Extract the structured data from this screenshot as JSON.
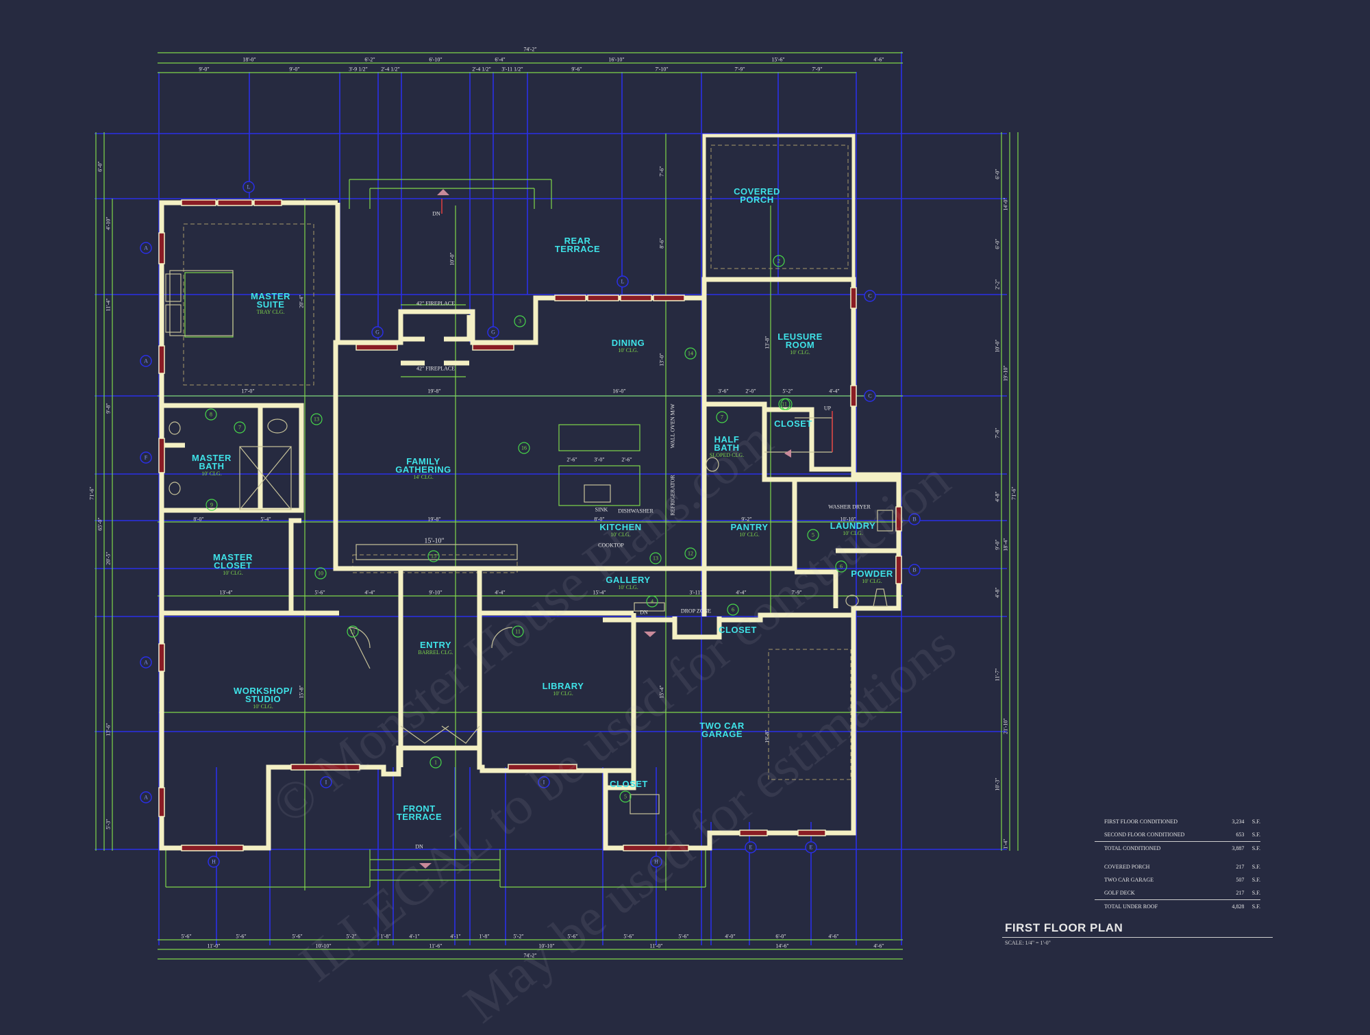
{
  "rooms": {
    "covered_porch": "COVERED PORCH",
    "rear_terrace": "REAR TERRACE",
    "master_suite": "MASTER SUITE",
    "master_suite_ceiling": "TRAY CLG.",
    "dining": "DINING",
    "dining_ceiling": "10' CLG.",
    "leisure_room": "LEUSURE ROOM",
    "leisure_room_ceiling": "10' CLG.",
    "closet_1": "CLOSET",
    "half_bath": "HALF BATH",
    "half_bath_ceiling": "SLOPED CLG.",
    "master_bath": "MASTER BATH",
    "master_bath_ceiling": "10' CLG.",
    "family_gathering": "FAMILY GATHERING",
    "family_gathering_ceiling": "14' CLG.",
    "kitchen": "KITCHEN",
    "kitchen_ceiling": "10' CLG.",
    "pantry": "PANTRY",
    "pantry_ceiling": "10' CLG.",
    "laundry": "LAUNDRY",
    "laundry_ceiling": "10' CLG.",
    "master_closet": "MASTER CLOSET",
    "master_closet_ceiling": "10' CLG.",
    "gallery": "GALLERY",
    "gallery_ceiling": "10' CLG.",
    "powder": "POWDER",
    "powder_ceiling": "10' CLG.",
    "closet_2": "CLOSET",
    "entry": "ENTRY",
    "entry_ceiling": "BARREL CLG.",
    "workshop": "WORKSHOP/ STUDIO",
    "workshop_ceiling": "10' CLG.",
    "library": "LIBRARY",
    "library_ceiling": "10' CLG.",
    "two_car_garage": "TWO CAR GARAGE",
    "closet_3": "CLOSET",
    "front_terrace": "FRONT TERRACE"
  },
  "notes": {
    "fireplace_upper": "42\" FIREPLACE",
    "fireplace_lower": "42\" FIREPLACE",
    "sink": "SINK",
    "dishwasher": "DISHWASHER",
    "cooktop": "COOKTOP",
    "wall_oven": "WALL OVEN M/W",
    "refrigerator": "REFRIGERATOR",
    "washer_dryer": "WASHER DRYER",
    "drop_zone": "DROP ZONE",
    "dn_rear": "DN",
    "dn_gallery": "DN",
    "dn_front": "DN",
    "up": "UP",
    "family_span": "15'-10\""
  },
  "dimensions": {
    "top_overall": "74'-2\"",
    "top_row2": [
      "18'-0\"",
      "6'-2\"",
      "6'-10\"",
      "6'-4\"",
      "16'-10\"",
      "15'-6\"",
      "4'-6\""
    ],
    "top_row3": [
      "9'-0\"",
      "9'-0\"",
      "3'-9 1/2\"",
      "2'-4 1/2\"",
      "2'-4 1/2\"",
      "3'-11 1/2\"",
      "9'-6\"",
      "7'-10\"",
      "7'-9\"",
      "7'-9\""
    ],
    "bottom_row1": [
      "5'-6\"",
      "5'-6\"",
      "5'-6\"",
      "5'-2\"",
      "1'-8\"",
      "4'-1\"",
      "4'-1\"",
      "1'-8\"",
      "5'-2\"",
      "5'-6\"",
      "5'-6\"",
      "5'-6\"",
      "4'-0\"",
      "6'-0\"",
      "4'-6\""
    ],
    "bottom_row2": [
      "11'-0\"",
      "10'-10\"",
      "11'-6\"",
      "10'-10\"",
      "11'-0\"",
      "14'-6\"",
      "4'-6\""
    ],
    "bottom_overall": "74'-2\"",
    "left_outer": "71'-6\"",
    "left_mid": "65'-0\"",
    "left_segments": [
      "6'-0\"",
      "4'-10\"",
      "11'-4\"",
      "9'-8\"",
      "20'-5\"",
      "13'-6\"",
      "5'-3\""
    ],
    "right_outer": "71'-6\"",
    "right_segments": [
      "6'-0\"",
      "6'-0\"",
      "2'-2\"",
      "10'-0\"",
      "7'-8\"",
      "4'-8\"",
      "9'-0\"",
      "4'-8\"",
      "11'-7\"",
      "10'-3\"",
      "1'-4\""
    ],
    "right_mid": [
      "14'-0\"",
      "19'-10\"",
      "18'-4\"",
      "21'-10\""
    ],
    "interior": {
      "master_suite_w": "17'-0\"",
      "master_suite_h": "20'-4\"",
      "family_w_top": "19'-8\"",
      "family_w_bottom": "19'-8\"",
      "dining_w": "16'-0\"",
      "kitchen_island_a": "2'-6\"",
      "kitchen_island_b": "3'-0\"",
      "kitchen_island_c": "2'-6\"",
      "kitchen_w": "8'-0\"",
      "half_bath_w": "3'-6\"",
      "half_bath_w2": "2'-0\"",
      "closet_w": "5'-2\"",
      "closet_w2": "4'-4\"",
      "pantry_w": "9'-2\"",
      "laundry_w": "10'-10\"",
      "master_bath_w": "8'-0\"",
      "master_bath_w2": "5'-4\"",
      "master_closet_w": "13'-4\"",
      "gallery_a": "5'-6\"",
      "gallery_b": "4'-4\"",
      "gallery_c": "9'-10\"",
      "gallery_d": "4'-4\"",
      "gallery_e": "15'-4\"",
      "gallery_f": "3'-11\"",
      "gallery_g": "4'-4\"",
      "gallery_h": "7'-9\"",
      "leisure_h": "13'-8\"",
      "workshop_h": "15'-8\"",
      "library_h": "15'-4\"",
      "garage_h": "19'-8\"",
      "rear_terrace_h": "10'-0\"",
      "porch_h": "7'-6\"",
      "porch_h2": "8'-6\"",
      "dining_h": "13'-0\""
    }
  },
  "tags": {
    "grid_left": [
      "A",
      "A",
      "F",
      "A",
      "A"
    ],
    "grid_right": [
      "C",
      "C",
      "B",
      "B"
    ],
    "grid_top": [
      "L",
      "L"
    ],
    "grid_bottom": [
      "H",
      "H",
      "E",
      "E"
    ],
    "grid_g": [
      "G",
      "G"
    ],
    "grid_i": [
      "I",
      "I"
    ],
    "room_nums": [
      "1",
      "2",
      "3",
      "4",
      "5",
      "6",
      "7",
      "8",
      "9",
      "10",
      "11",
      "11",
      "12",
      "13",
      "13",
      "14",
      "15",
      "16",
      "11",
      "7",
      "6",
      "5",
      "3"
    ]
  },
  "area_table": [
    {
      "label": "FIRST FLOOR CONDITIONED",
      "value": "3,234",
      "unit": "S.F."
    },
    {
      "label": "SECOND FLOOR CONDITIONED",
      "value": "653",
      "unit": "S.F."
    },
    {
      "label": "TOTAL CONDITIONED",
      "value": "3,887",
      "unit": "S.F."
    },
    {
      "label": "COVERED PORCH",
      "value": "217",
      "unit": "S.F."
    },
    {
      "label": "TWO CAR GARAGE",
      "value": "507",
      "unit": "S.F."
    },
    {
      "label": "GOLF DECK",
      "value": "217",
      "unit": "S.F."
    },
    {
      "label": "TOTAL UNDER ROOF",
      "value": "4,828",
      "unit": "S.F."
    }
  ],
  "title": {
    "plan": "FIRST FLOOR PLAN",
    "scale": "SCALE: 1/4\" = 1'-0\""
  },
  "watermarks": {
    "line1": "© Monster House Plans.com",
    "line2": "ILLEGAL to be used for construction",
    "line3": "May be used for estimations"
  },
  "colors": {
    "background": "#262a40",
    "wall": "#f4f0c4",
    "dimension_line": "#7fd84a",
    "grid_line": "#2a2fe8",
    "room_label": "#3fe3e8",
    "ceiling_label": "#7fd84a",
    "window": "#8a1c24"
  }
}
